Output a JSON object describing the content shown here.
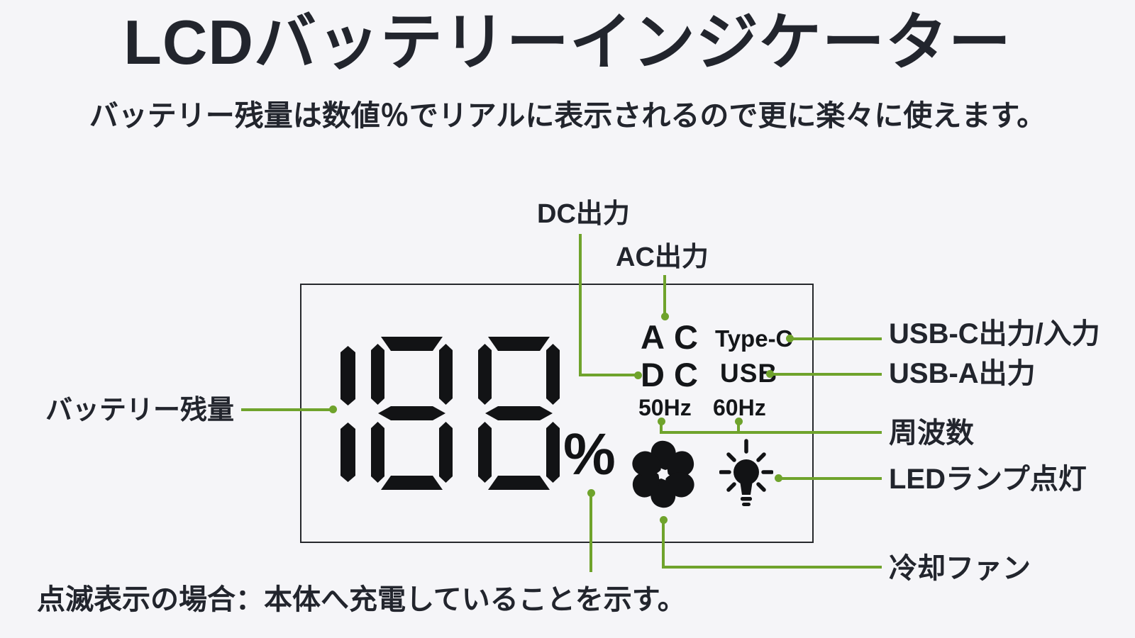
{
  "page": {
    "title": "LCDバッテリーインジケーター",
    "subtitle": "バッテリー残量は数値％でリアルに表示されるので更に楽々に使えます。",
    "footnote": "点滅表示の場合：本体へ充電していることを示す。"
  },
  "lcd": {
    "value": "188",
    "percent": "%",
    "ac": "AC",
    "dc": "DC",
    "type_c": "Type-C",
    "usb": "USB",
    "hz50": "50Hz",
    "hz60": "60Hz",
    "fan_icon": "cooling-fan-icon",
    "led_icon": "led-bulb-icon"
  },
  "callouts": {
    "dc_output": "DC出力",
    "ac_output": "AC出力",
    "battery_level": "バッテリー残量",
    "usb_c": "USB-C出力/入力",
    "usb_a": "USB-A出力",
    "frequency": "周波数",
    "led_lamp": "LEDランプ点灯",
    "cooling_fan": "冷却ファン"
  },
  "colors": {
    "accent_green": "#6fa32c",
    "text_dark": "#22252d",
    "lcd_black": "#121315",
    "background": "#f5f5f8"
  }
}
